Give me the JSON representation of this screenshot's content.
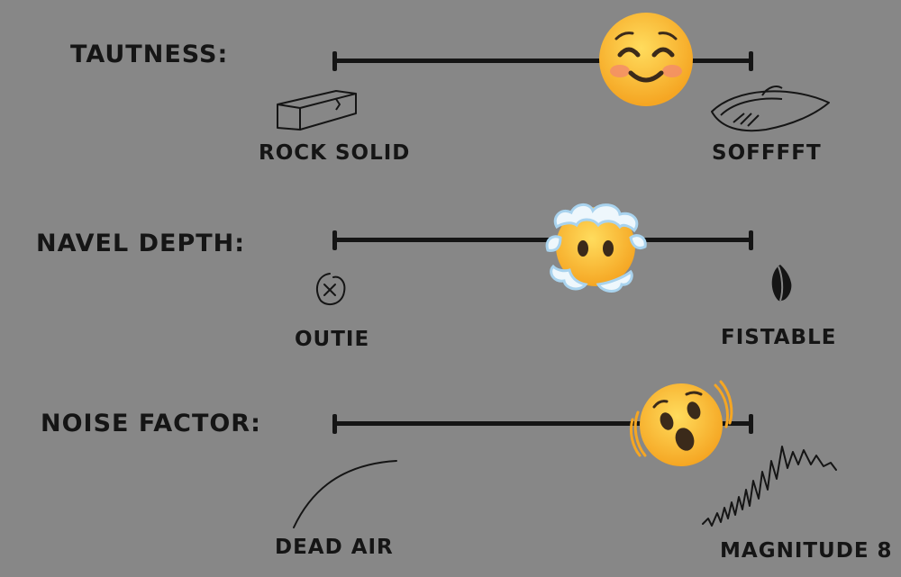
{
  "sliders": [
    {
      "id": "tautness",
      "title": "TAUTNESS:",
      "left_label": "ROCK SOLID",
      "right_label": "SOFFFFT",
      "left_icon": "brick-icon",
      "right_icon": "pillow-icon",
      "thumb_icon": "smiling-face-with-blush-emoji",
      "value": 0.75
    },
    {
      "id": "navel-depth",
      "title": "NAVEL DEPTH:",
      "left_label": "OUTIE",
      "right_label": "FISTABLE",
      "left_icon": "outie-navel-icon",
      "right_icon": "deep-navel-icon",
      "thumb_icon": "face-in-clouds-emoji",
      "value": 0.63
    },
    {
      "id": "noise-factor",
      "title": "NOISE FACTOR:",
      "left_label": "DEAD AIR",
      "right_label": "MAGNITUDE 8",
      "left_icon": "flat-curve-icon",
      "right_icon": "seismograph-icon",
      "thumb_icon": "shaking-face-emoji",
      "value": 0.83
    }
  ],
  "colors": {
    "background": "#878787",
    "ink": "#151515",
    "emoji_yellow": "#FFC83D"
  }
}
